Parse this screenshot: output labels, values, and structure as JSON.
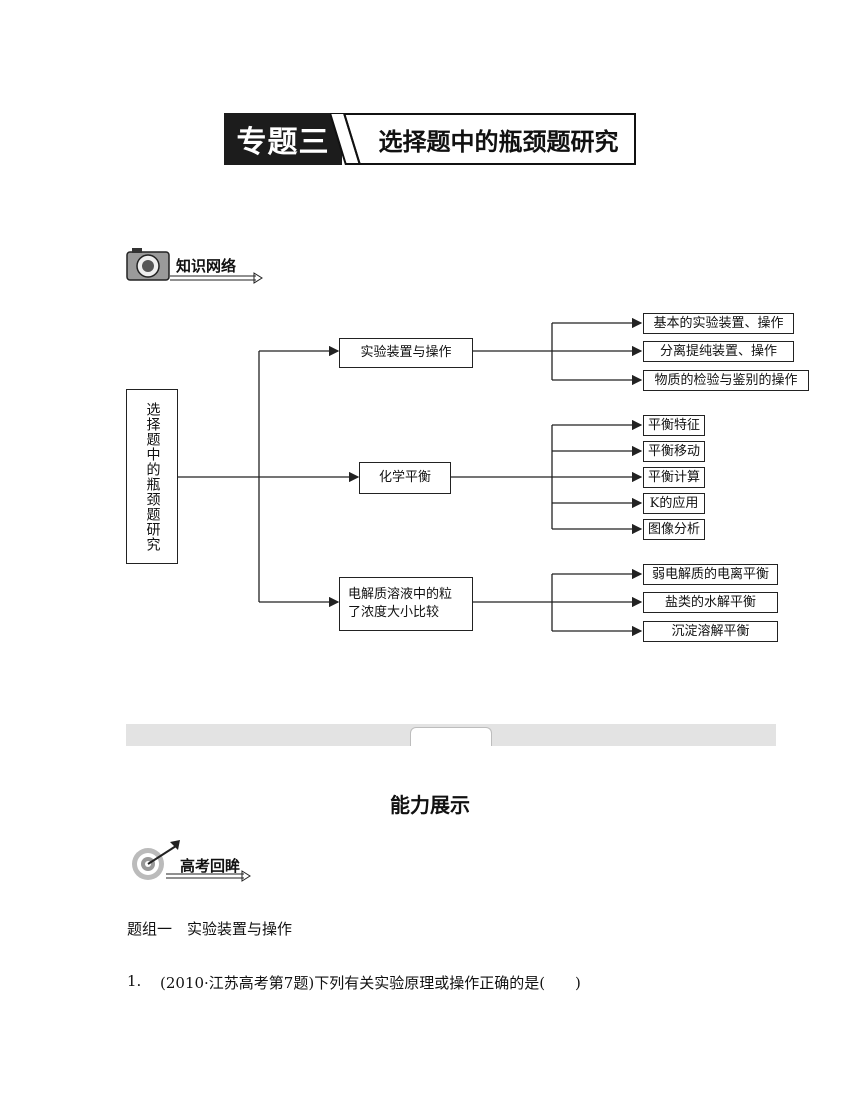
{
  "banner": {
    "topic_label": "专题三",
    "title": "选择题中的瓶颈题研究"
  },
  "section_network": {
    "label": "知识网络"
  },
  "diagram": {
    "root": "选择题中的瓶颈题研究",
    "branches": [
      {
        "label": "实验装置与操作",
        "children": [
          "基本的实验装置、操作",
          "分离提纯装置、操作",
          "物质的检验与鉴别的操作"
        ]
      },
      {
        "label": "化学平衡",
        "children": [
          "平衡特征",
          "平衡移动",
          "平衡计算",
          "K的应用",
          "图像分析"
        ]
      },
      {
        "label_line1": "电解质溶液中的粒",
        "label_line2": "了浓度大小比较",
        "children": [
          "弱电解质的电离平衡",
          "盐类的水解平衡",
          "沉淀溶解平衡"
        ]
      }
    ]
  },
  "ability_title": "能力展示",
  "section_review": {
    "label": "高考回眸"
  },
  "group_heading": "题组一　实验装置与操作",
  "question1": {
    "number": "1.",
    "text": "(2010·江苏高考第7题)下列有关实验原理或操作正确的是(　　)"
  }
}
